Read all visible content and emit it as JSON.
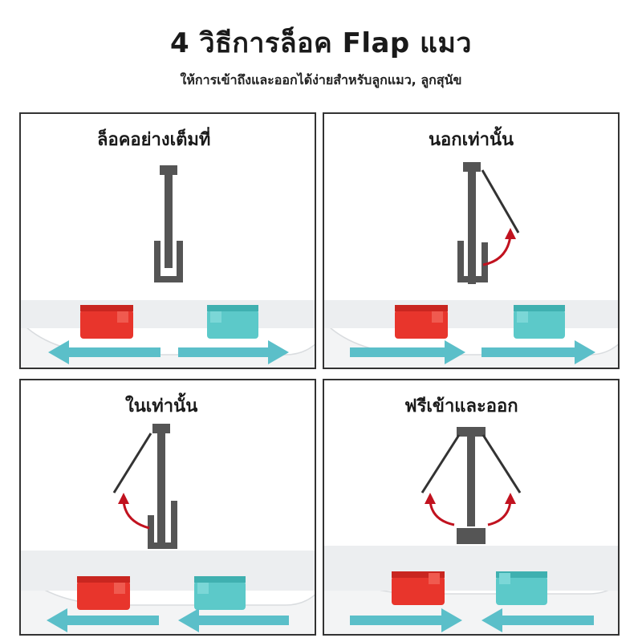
{
  "header": {
    "title": "4 วิธีการล็อค Flap แมว",
    "subtitle": "ให้การเข้าถึงและออกได้ง่ายสำหรับลูกแมว, ลูกสุนัข"
  },
  "panels": [
    {
      "label": "ล็อคอย่างเต็มที่"
    },
    {
      "label": "นอกเท่านั้น"
    },
    {
      "label": "ในเท่านั้น"
    },
    {
      "label": "ฟรีเข้าและออก"
    }
  ],
  "colors": {
    "flap": "#555555",
    "arrow_curve": "#c1121f",
    "slider_red": "#e8352c",
    "slider_teal": "#5cc9c9",
    "direction_arrow": "#5bbfc9",
    "frame_border": "#333333"
  }
}
